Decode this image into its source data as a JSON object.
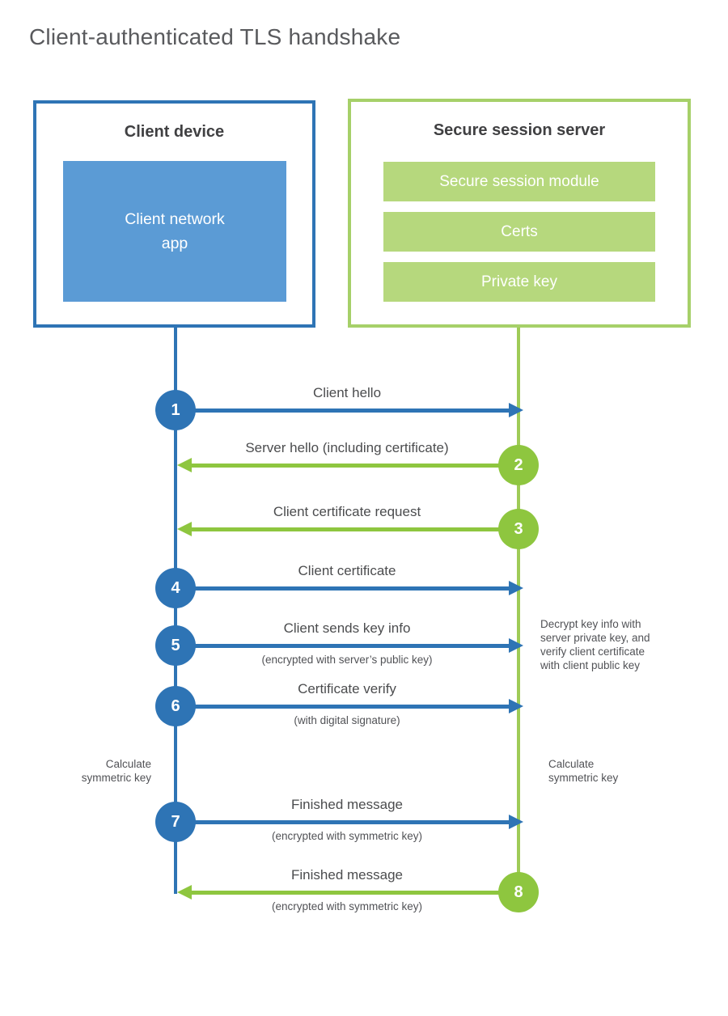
{
  "title": "Client-authenticated TLS handshake",
  "colors": {
    "blue": "#2e74b5",
    "blue-light": "#5b9bd5",
    "green": "#8ec63f",
    "green-line": "#9fcb57",
    "green-border": "#a6d069",
    "green-bar": "#b6d87d"
  },
  "client": {
    "title": "Client device",
    "app_lines": [
      "Client network",
      "app"
    ]
  },
  "server": {
    "title": "Secure session server",
    "modules": [
      "Secure session module",
      "Certs",
      "Private key"
    ]
  },
  "sequence": {
    "steps": [
      {
        "num": "1",
        "from": "client",
        "label": "Client hello",
        "sub": ""
      },
      {
        "num": "2",
        "from": "server",
        "label": "Server hello (including certificate)",
        "sub": ""
      },
      {
        "num": "3",
        "from": "server",
        "label": "Client certificate request",
        "sub": ""
      },
      {
        "num": "4",
        "from": "client",
        "label": "Client certificate",
        "sub": ""
      },
      {
        "num": "5",
        "from": "client",
        "label": "Client sends key info",
        "sub": "(encrypted with server’s public key)"
      },
      {
        "num": "6",
        "from": "client",
        "label": "Certificate verify",
        "sub": "(with digital signature)"
      },
      {
        "num": "7",
        "from": "client",
        "label": "Finished message",
        "sub": "(encrypted with symmetric key)"
      },
      {
        "num": "8",
        "from": "server",
        "label": "Finished message",
        "sub": "(encrypted with symmetric key)"
      }
    ]
  },
  "notes": {
    "decrypt": {
      "lines": [
        "Decrypt key info with",
        "server private key, and",
        "verify client certificate",
        "with client public key"
      ]
    },
    "calc_left": {
      "lines": [
        "Calculate",
        "symmetric key"
      ]
    },
    "calc_right": {
      "lines": [
        "Calculate",
        "symmetric key"
      ]
    }
  }
}
